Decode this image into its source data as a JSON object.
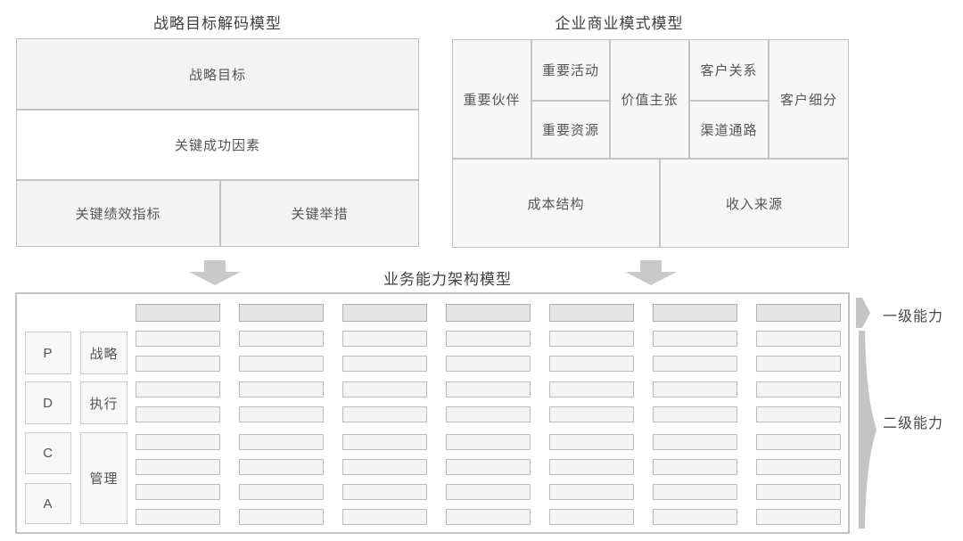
{
  "strategy_model": {
    "title": "战略目标解码模型",
    "strategic_goal": "战略目标",
    "key_success_factors": "关键成功因素",
    "kpi": "关键绩效指标",
    "key_initiatives": "关键举措"
  },
  "business_model": {
    "title": "企业商业模式模型",
    "key_partners": "重要伙伴",
    "key_activities": "重要活动",
    "key_resources": "重要资源",
    "value_proposition": "价值主张",
    "customer_relationships": "客户关系",
    "channels": "渠道通路",
    "customer_segments": "客户细分",
    "cost_structure": "成本结构",
    "revenue_streams": "收入来源"
  },
  "capability_model": {
    "title": "业务能力架构模型",
    "pdca": [
      "P",
      "D",
      "C",
      "A"
    ],
    "bands": [
      "战略",
      "执行",
      "管理"
    ],
    "legend_level1": "一级能力",
    "legend_level2": "二级能力",
    "grid": {
      "columns": 7,
      "header_rows": 1,
      "body_rows": 8
    }
  },
  "icons": {
    "down_arrows": "block-arrow-down-icon",
    "level1_pointer": "pentagon-right-icon",
    "level2_pointer": "brace-right-icon"
  },
  "colors": {
    "cell_border": "#c3c3c3",
    "cell_fill_light": "#f3f3f3",
    "cell_fill_white": "#ffffff",
    "canvas_fill": "#f7f7f7",
    "grid_header_fill": "#e4e4e4",
    "grid_box_fill": "#f4f4f4",
    "arrow_fill": "#c9c9c9",
    "text": "#4f4f4f"
  }
}
